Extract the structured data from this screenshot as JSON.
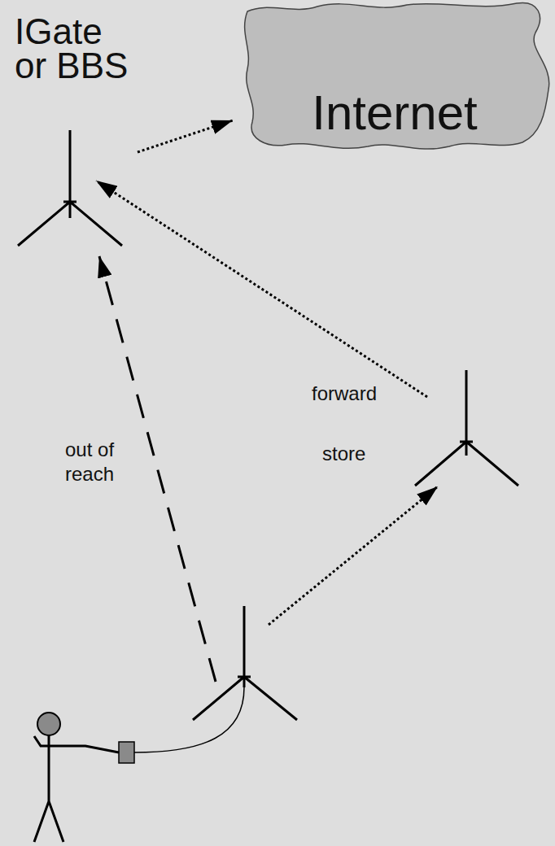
{
  "diagram": {
    "nodes": [
      {
        "text": [
          "IGate or BBS"
        ]
      },
      {
        "text": [
          "Internet"
        ]
      }
    ],
    "edges": [
      {
        "from": 0,
        "to": 1,
        "arrow": "to"
      }
    ],
    "labels": [
      "forward",
      "out of reach",
      "store"
    ]
  }
}
